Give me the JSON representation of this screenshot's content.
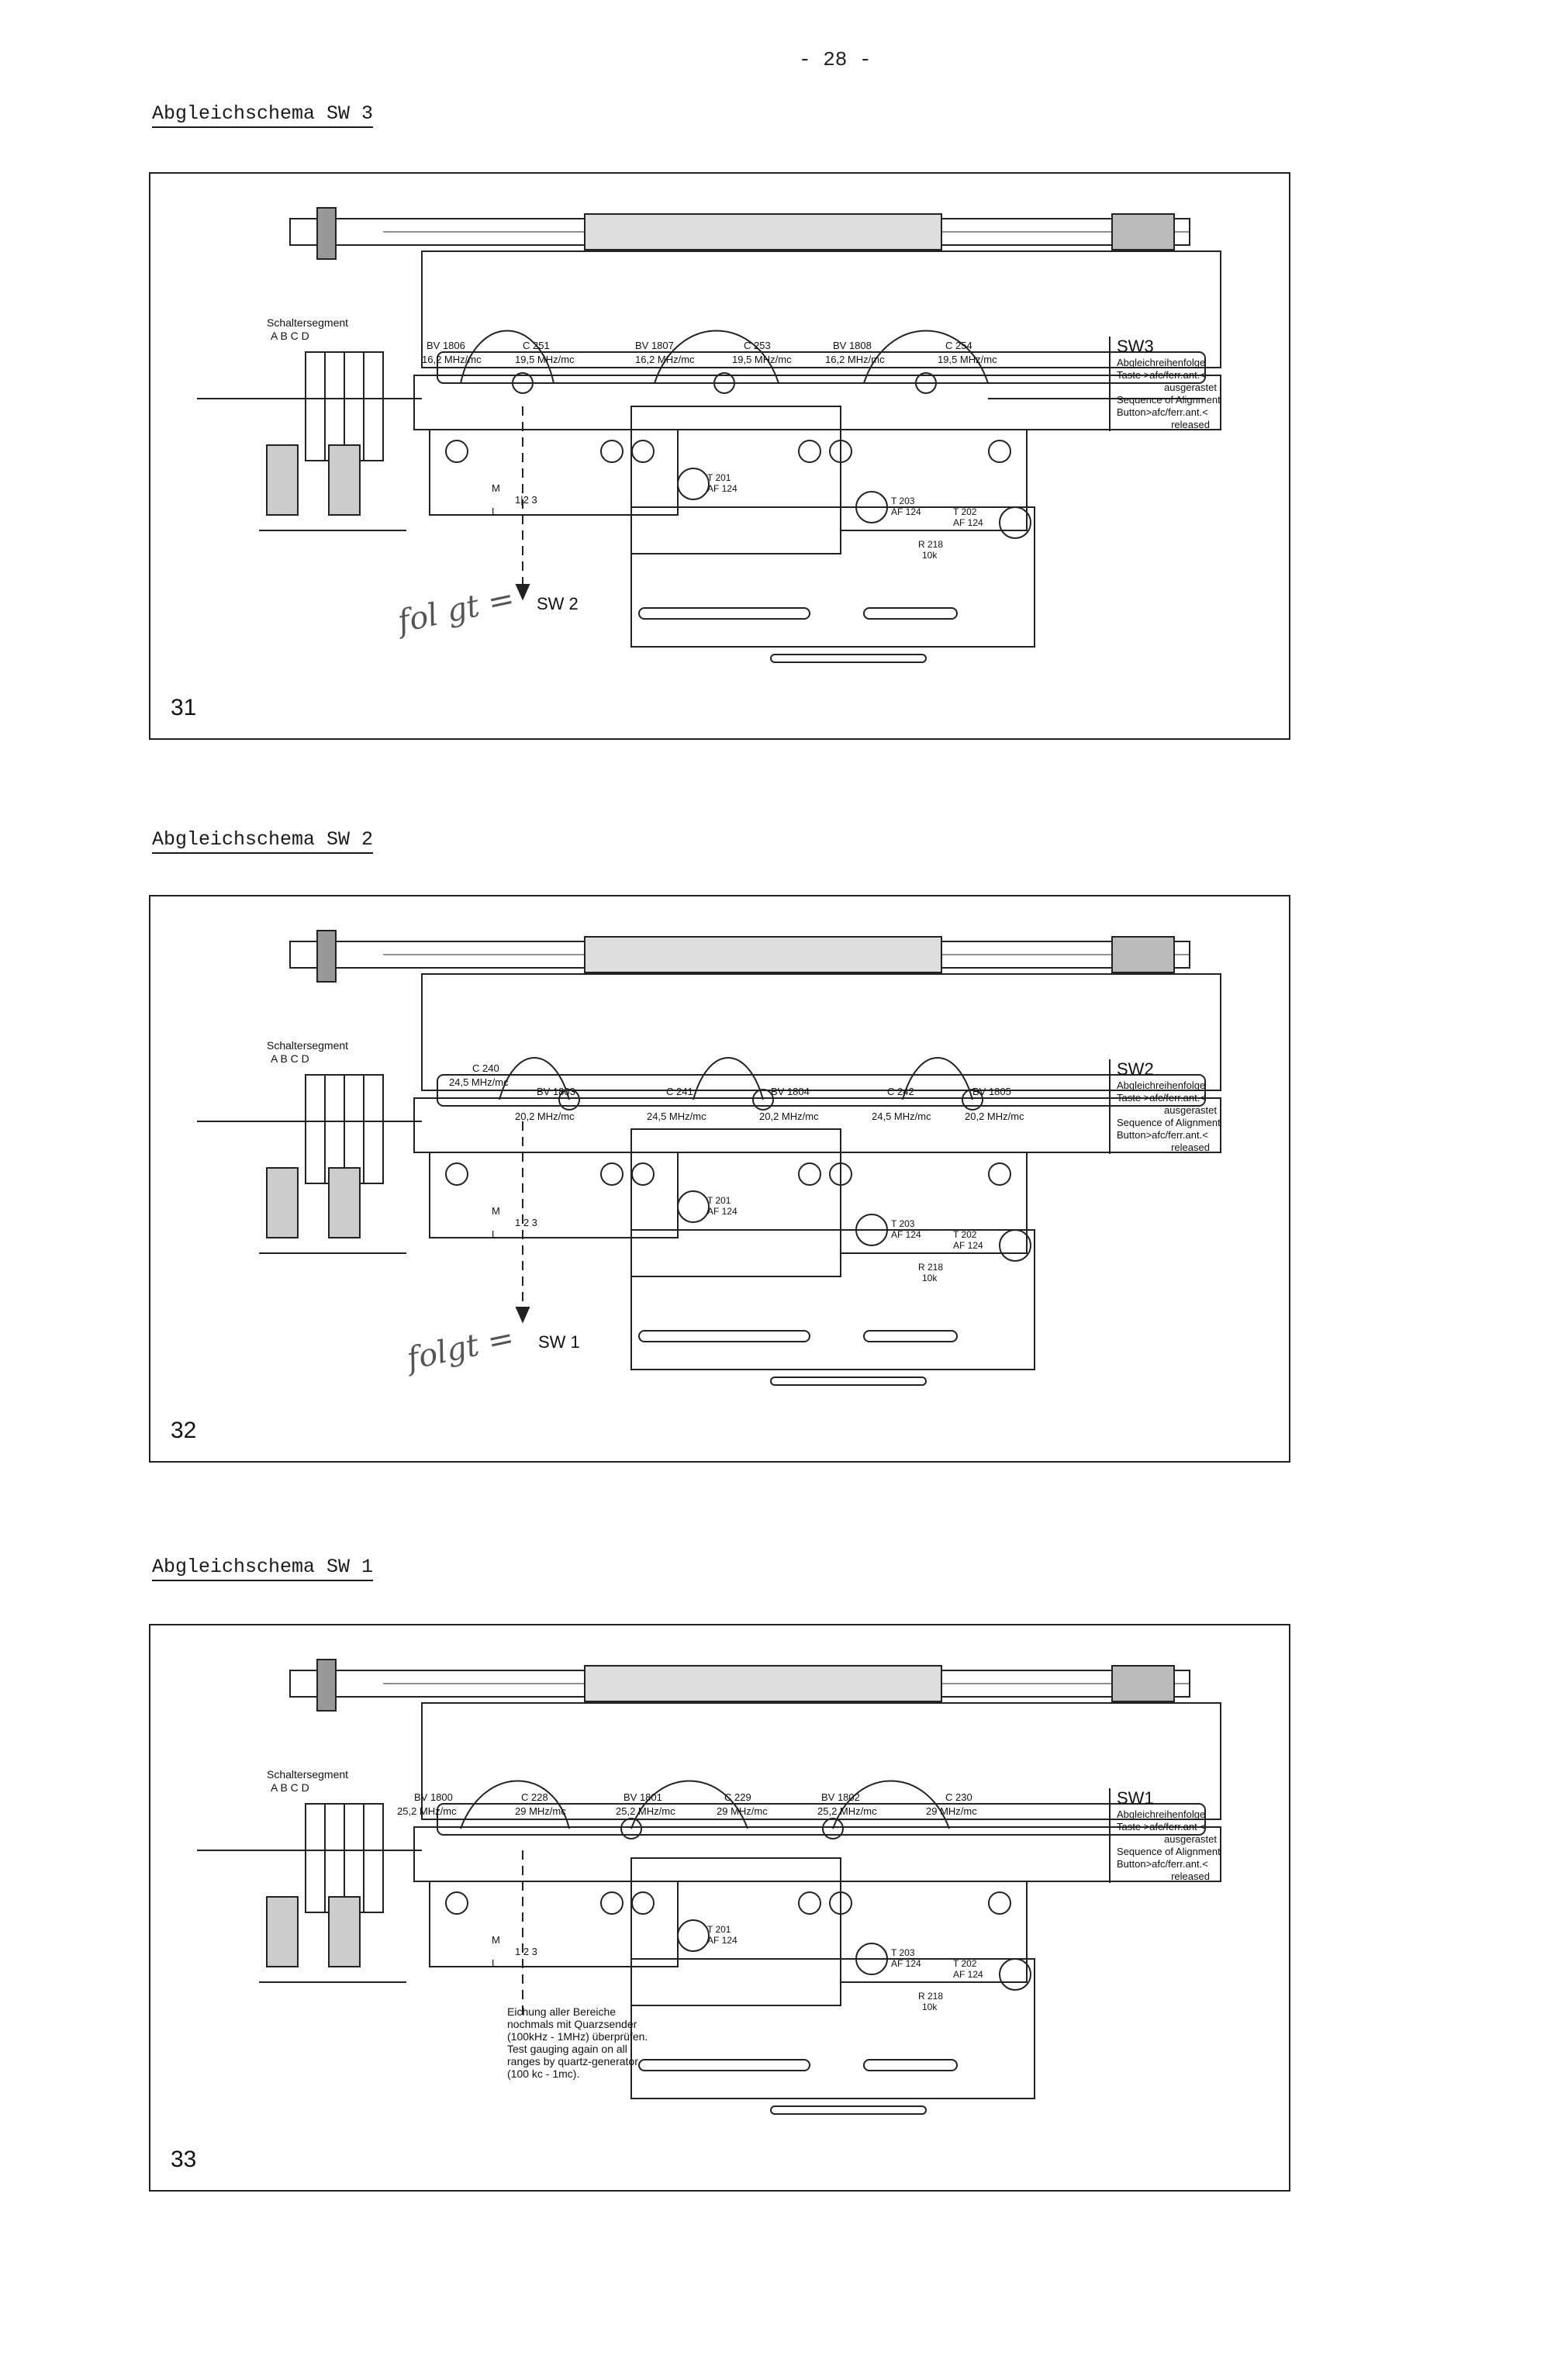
{
  "page": {
    "number": "- 28 -"
  },
  "diagrams": [
    {
      "title": "Abgleichschema SW 3",
      "figure_number": "31",
      "switch_segment_label": "Schaltersegment",
      "segment_letters": "A  B  C  D",
      "components": {
        "t201": "T 201",
        "t201_type": "AF 124",
        "t203": "T 203",
        "t203_type": "AF 124",
        "t202": "T 202",
        "t202_type": "AF 124",
        "r218": "R 218",
        "r218_value": "10k",
        "switch_m": "M",
        "switch_l": "L",
        "switch_digits": "1|2 3"
      },
      "alignment_points": [
        {
          "ref": "BV 1806",
          "freq": "16,2 MHz/mc"
        },
        {
          "ref": "C 251",
          "freq": "19,5 MHz/mc"
        },
        {
          "ref": "BV 1807",
          "freq": "16,2 MHz/mc"
        },
        {
          "ref": "C 253",
          "freq": "19,5 MHz/mc"
        },
        {
          "ref": "BV 1808",
          "freq": "16,2 MHz/mc"
        },
        {
          "ref": "C 254",
          "freq": "19,5 MHz/mc"
        }
      ],
      "next_label": "SW 2",
      "handwriting": "fol gt =",
      "legend": {
        "band": "SW3",
        "line1": "Abgleichreihenfolge",
        "line2": "Taste >afc/ferr.ant.<",
        "line3": "ausgerastet",
        "line4": "Sequence of Alignment",
        "line5": "Button>afc/ferr.ant.<",
        "line6": "released"
      }
    },
    {
      "title": "Abgleichschema SW 2",
      "figure_number": "32",
      "switch_segment_label": "Schaltersegment",
      "segment_letters": "A  B  C  D",
      "components": {
        "t201": "T 201",
        "t201_type": "AF 124",
        "t203": "T 203",
        "t203_type": "AF 124",
        "t202": "T 202",
        "t202_type": "AF 124",
        "r218": "R 218",
        "r218_value": "10k",
        "switch_m": "M",
        "switch_l": "L",
        "switch_digits": "1 2 3"
      },
      "alignment_points": [
        {
          "ref": "C 240",
          "freq": "24,5 MHz/mc"
        },
        {
          "ref": "BV 1803",
          "freq": "20,2 MHz/mc"
        },
        {
          "ref": "C 241",
          "freq": "24,5 MHz/mc"
        },
        {
          "ref": "BV 1804",
          "freq": "20,2 MHz/mc"
        },
        {
          "ref": "C 242",
          "freq": "24,5 MHz/mc"
        },
        {
          "ref": "BV 1805",
          "freq": "20,2 MHz/mc"
        }
      ],
      "next_label": "SW 1",
      "handwriting": "folgt =",
      "legend": {
        "band": "SW2",
        "line1": "Abgleichreihenfolge",
        "line2": "Taste >afc/ferr.ant.<",
        "line3": "ausgerastet",
        "line4": "Sequence of Alignment",
        "line5": "Button>afc/ferr.ant.<",
        "line6": "released"
      }
    },
    {
      "title": "Abgleichschema SW 1",
      "figure_number": "33",
      "switch_segment_label": "Schaltersegment",
      "segment_letters": "A  B  C  D",
      "components": {
        "t201": "T 201",
        "t201_type": "AF 124",
        "t203": "T 203",
        "t203_type": "AF 124",
        "t202": "T 202",
        "t202_type": "AF 124",
        "r218": "R 218",
        "r218_value": "10k",
        "switch_m": "M",
        "switch_l": "L",
        "switch_digits": "1 2 3"
      },
      "alignment_points": [
        {
          "ref": "BV 1800",
          "freq": "25,2 MHz/mc"
        },
        {
          "ref": "C 228",
          "freq": "29 MHz/mc"
        },
        {
          "ref": "BV 1801",
          "freq": "25,2 MHz/mc"
        },
        {
          "ref": "C 229",
          "freq": "29 MHz/mc"
        },
        {
          "ref": "BV 1802",
          "freq": "25,2 MHz/mc"
        },
        {
          "ref": "C 230",
          "freq": "29 MHz/mc"
        }
      ],
      "note": {
        "line1": "Eichung aller Bereiche",
        "line2": "nochmals mit Quarzsender",
        "line3": "(100kHz - 1MHz) überprüfen.",
        "line4": "Test gauging again on all",
        "line5": "ranges by quartz-generator",
        "line6": "(100 kc - 1mc)."
      },
      "legend": {
        "band": "SW1",
        "line1": "Abgleichreihenfolge",
        "line2": "Taste >afc/ferr.ant <",
        "line3": "ausgerastet",
        "line4": "Sequence of Alignment",
        "line5": "Button>afc/ferr.ant.<",
        "line6": "released"
      }
    }
  ]
}
